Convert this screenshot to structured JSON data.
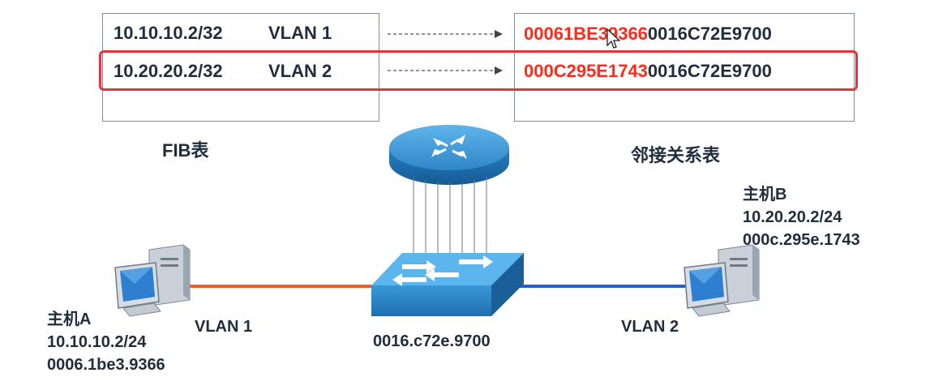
{
  "fib": {
    "caption": "FIB表",
    "rows": [
      {
        "ip": "10.10.10.2/32",
        "vlan": "VLAN 1"
      },
      {
        "ip": "10.20.20.2/32",
        "vlan": "VLAN 2"
      }
    ]
  },
  "adjacency": {
    "caption": "邻接关系表",
    "rows": [
      {
        "dst_mac": "00061BE39366",
        "src_mac": "0016C72E9700"
      },
      {
        "dst_mac": "000C295E1743",
        "src_mac": "0016C72E9700"
      }
    ]
  },
  "switch": {
    "mac": "0016.c72e.9700"
  },
  "host_a": {
    "name": "主机A",
    "ip": "10.10.10.2/24",
    "mac": "0006.1be3.9366",
    "link_label": "VLAN 1"
  },
  "host_b": {
    "name": "主机B",
    "ip": "10.20.20.2/24",
    "mac": "000c.295e.1743",
    "link_label": "VLAN 2"
  },
  "colors": {
    "vlan1_link": "#ff5a1f",
    "vlan2_link": "#1f5fe0",
    "highlight": "#e8323c",
    "mac_highlight": "#ff2a1a"
  }
}
